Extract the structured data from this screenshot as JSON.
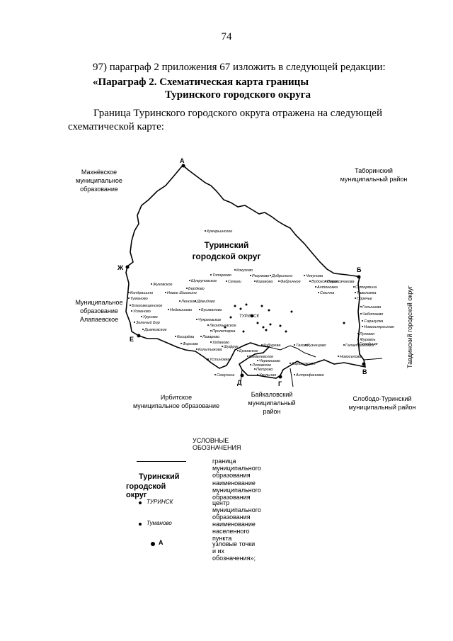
{
  "page": {
    "number": "74"
  },
  "text": {
    "item": "97) параграф 2 приложения 67 изложить в следующей редакции:",
    "heading_line1": "«Параграф 2. Схематическая карта границы",
    "heading_line2": "Туринского городского округа",
    "intro": "Граница Туринского городского округа отражена на следующей схематической карте:"
  },
  "map": {
    "district_title_1": "Туринский",
    "district_title_2": "городской округ",
    "neighbors": {
      "makhnevskoe": [
        "Махнёвское",
        "муниципальное",
        "образование"
      ],
      "taborinsky": [
        "Таборинский",
        "муниципальный район"
      ],
      "alapaevskoe": [
        "Муниципальное",
        "образование",
        "Алапаевское"
      ],
      "tavdinsky": "Тавдинский городской округ",
      "irbitskoe": [
        "Ирбитское",
        "муниципальное образование"
      ],
      "baikalovsky": [
        "Байкаловский",
        "муниципальный",
        "район"
      ],
      "sloboda": [
        "Слободо-Туринский",
        "муниципальный район"
      ]
    },
    "nodes": [
      "А",
      "Б",
      "В",
      "Г",
      "Д",
      "Е",
      "Ж"
    ],
    "center": "ТУРИНСК",
    "settlements": [
      "Кумарьинское",
      "Кокузово",
      "Топорково",
      "Шукруповское",
      "Сеники",
      "Разумово",
      "Добрынино",
      "Казакова",
      "Фабричное",
      "Чекунова",
      "Водохстонкик",
      "Антоновка",
      "Смычка",
      "Жуковское",
      "Бердюво",
      "Кондрашино",
      "Новое Шишкино",
      "Туманово",
      "Ленское",
      "Дёмидово",
      "Благовещенское",
      "Усманово",
      "Урусово",
      "Неймышево",
      "Бушманово",
      "Зеленый Бор",
      "Чукреевское",
      "Леонтьевское",
      "Пролетарка",
      "Дымковское",
      "Косорёва",
      "Лазарево",
      "Урдаково",
      "Фирсово",
      "Шуфрук",
      "Кальтыжова",
      "Ерзовское",
      "Кибирева",
      "Тазово",
      "Кузнецово",
      "Устиновка",
      "Шевелевское",
      "Черемшово",
      "Липовское",
      "Петрово",
      "Коршковское",
      "Семухина",
      "Укольная",
      "Антрофановка",
      "Новоселова",
      "Галактионовка",
      "Перевозчикова",
      "Сутормина",
      "Таволожка",
      "Поречье",
      "Голышева",
      "Чеботаево",
      "Сарагулка",
      "Новоострешная",
      "Луговая",
      "Журавль",
      "Городище"
    ]
  },
  "legend": {
    "title": "УСЛОВНЫЕ ОБОЗНАЧЕНИЯ",
    "boundary_desc": "граница муниципального образования",
    "name_sample_1": "Туринский",
    "name_sample_2": "городской округ",
    "name_desc": "наименование муниципального образования",
    "center_sample": "ТУРИНСК",
    "center_desc": "центр муниципального образования",
    "settlement_sample": "Туманово",
    "settlement_desc": "наименование населенного пункта",
    "node_sample": "А",
    "node_desc": "узловые точки и их обозначения»;"
  }
}
